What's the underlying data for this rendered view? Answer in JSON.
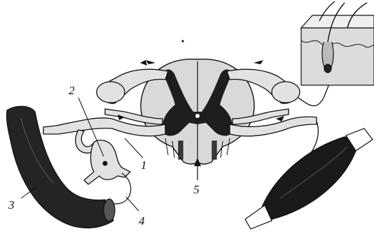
{
  "labels": {
    "l1": "1",
    "l2": "2",
    "l3": "3",
    "l4": "4",
    "l5": "5"
  },
  "colors": {
    "gray_matter": "#1e1e1e",
    "white_matter": "#d9d9d9",
    "nerve": "#e2e2e2",
    "vessel": "#242424",
    "muscle": "#1a1a1a",
    "skin": "#dcdcdc",
    "outline": "#111111"
  }
}
